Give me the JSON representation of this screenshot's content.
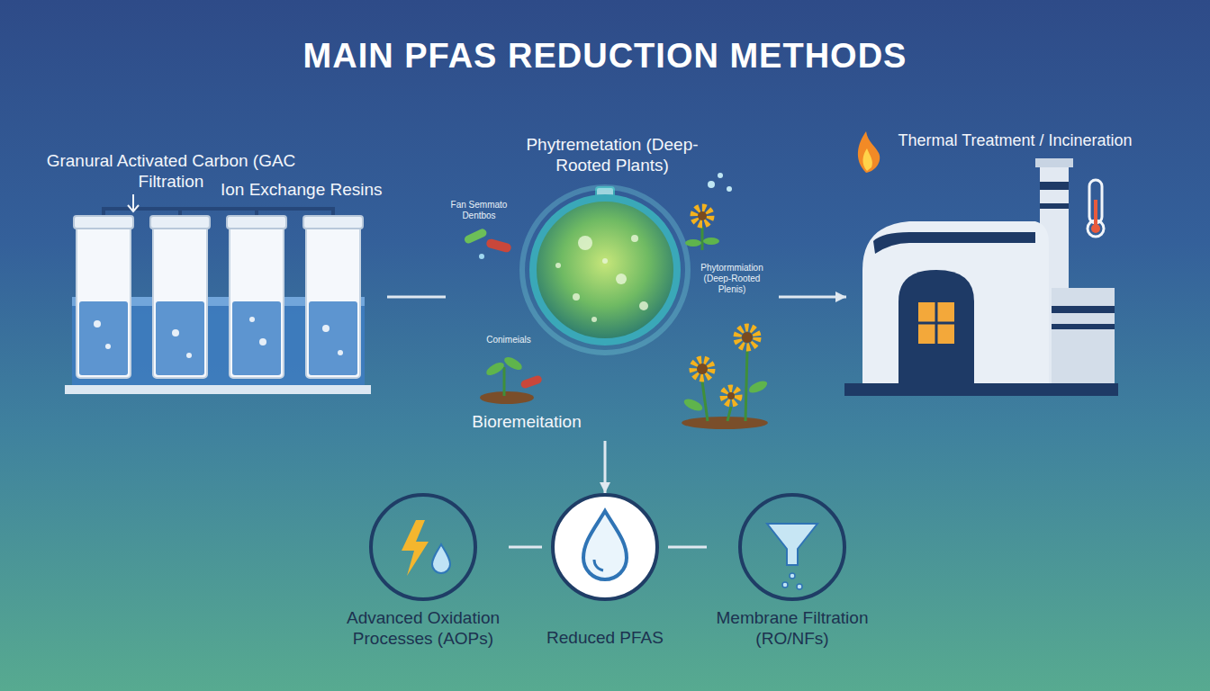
{
  "diagram": {
    "title": "MAIN PFAS REDUCTION METHODS",
    "nodes": [
      {
        "text": [
          "Granural Activated Carbon (GAC Filtration",
          "Ion Exchange Resins"
        ]
      },
      {
        "text": [
          "Phytremetation (Deep-Rooted Plants)",
          "Bioremeitation"
        ]
      },
      {
        "text": [
          "Thermal Treatment / Incineration"
        ]
      },
      {
        "text": [
          "Advanced Oxidation Processes (AOPs)"
        ]
      },
      {
        "text": [
          "Reduced PFAS"
        ]
      },
      {
        "text": [
          "Membrane Filtration (RO/NFs)"
        ]
      }
    ],
    "edges": [
      {
        "from": 0,
        "to": 1,
        "arrow": "none"
      },
      {
        "from": 1,
        "to": 2,
        "arrow": "to"
      },
      {
        "from": 1,
        "to": 4,
        "arrow": "to"
      },
      {
        "from": 3,
        "to": 4,
        "arrow": "none"
      },
      {
        "from": 4,
        "to": 5,
        "arrow": "none"
      }
    ],
    "labels": [
      "Fan Semmato Dentbos",
      "Phytormmiation (Deep-Rooted Plenis)",
      "Conimeials"
    ]
  }
}
